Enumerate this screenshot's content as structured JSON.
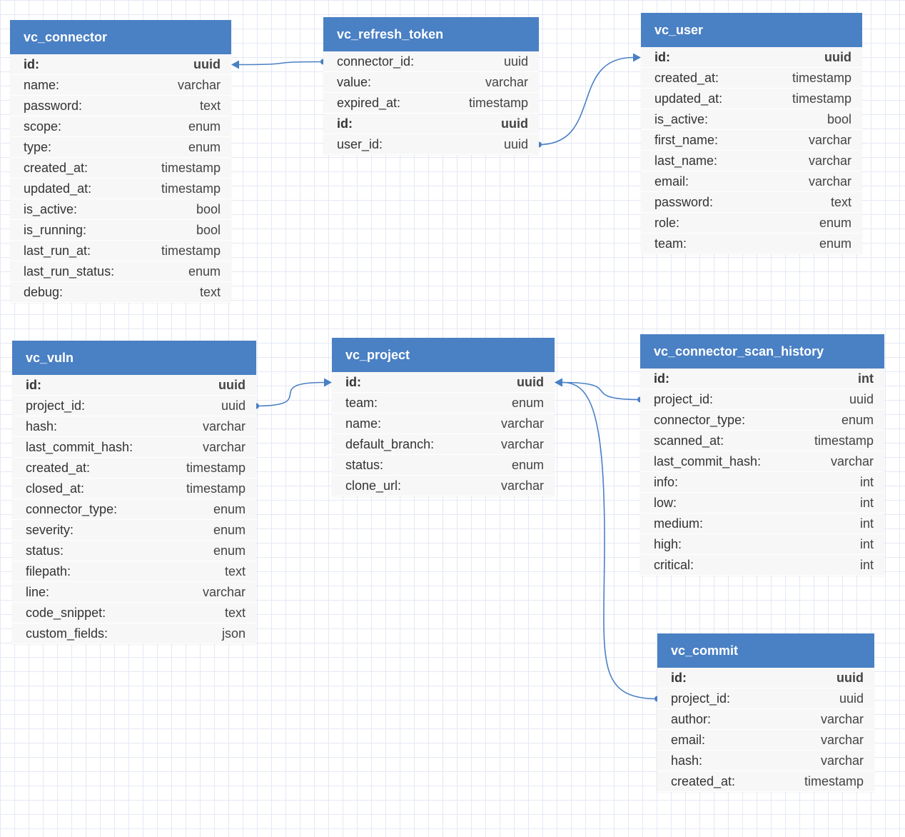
{
  "diagram": {
    "colors": {
      "header_bg": "#4a80c4",
      "body_bg": "#f7f7f7",
      "edge": "#4a80c4",
      "grid": "#e6e9f5"
    },
    "entities": [
      {
        "id": "vc_connector",
        "title": "vc_connector",
        "fields": [
          {
            "name": "id:",
            "type": "uuid",
            "pk": true
          },
          {
            "name": "name:",
            "type": "varchar"
          },
          {
            "name": "password:",
            "type": "text"
          },
          {
            "name": "scope:",
            "type": "enum"
          },
          {
            "name": "type:",
            "type": "enum"
          },
          {
            "name": "created_at:",
            "type": "timestamp"
          },
          {
            "name": "updated_at:",
            "type": "timestamp"
          },
          {
            "name": "is_active:",
            "type": "bool"
          },
          {
            "name": "is_running:",
            "type": "bool"
          },
          {
            "name": "last_run_at:",
            "type": "timestamp"
          },
          {
            "name": "last_run_status:",
            "type": "enum"
          },
          {
            "name": "debug:",
            "type": "text"
          }
        ]
      },
      {
        "id": "vc_refresh_token",
        "title": "vc_refresh_token",
        "fields": [
          {
            "name": "connector_id:",
            "type": "uuid"
          },
          {
            "name": "value:",
            "type": "varchar"
          },
          {
            "name": "expired_at:",
            "type": "timestamp"
          },
          {
            "name": "id:",
            "type": "uuid",
            "pk": true
          },
          {
            "name": "user_id:",
            "type": "uuid"
          }
        ]
      },
      {
        "id": "vc_user",
        "title": "vc_user",
        "fields": [
          {
            "name": "id:",
            "type": "uuid",
            "pk": true
          },
          {
            "name": "created_at:",
            "type": "timestamp"
          },
          {
            "name": "updated_at:",
            "type": "timestamp"
          },
          {
            "name": "is_active:",
            "type": "bool"
          },
          {
            "name": "first_name:",
            "type": "varchar"
          },
          {
            "name": "last_name:",
            "type": "varchar"
          },
          {
            "name": "email:",
            "type": "varchar"
          },
          {
            "name": "password:",
            "type": "text"
          },
          {
            "name": "role:",
            "type": "enum"
          },
          {
            "name": "team:",
            "type": "enum"
          }
        ]
      },
      {
        "id": "vc_vuln",
        "title": "vc_vuln",
        "fields": [
          {
            "name": "id:",
            "type": "uuid",
            "pk": true
          },
          {
            "name": "project_id:",
            "type": "uuid"
          },
          {
            "name": "hash:",
            "type": "varchar"
          },
          {
            "name": "last_commit_hash:",
            "type": "varchar"
          },
          {
            "name": "created_at:",
            "type": "timestamp"
          },
          {
            "name": "closed_at:",
            "type": "timestamp"
          },
          {
            "name": "connector_type:",
            "type": "enum"
          },
          {
            "name": "severity:",
            "type": "enum"
          },
          {
            "name": "status:",
            "type": "enum"
          },
          {
            "name": "filepath:",
            "type": "text"
          },
          {
            "name": "line:",
            "type": "varchar"
          },
          {
            "name": "code_snippet:",
            "type": "text"
          },
          {
            "name": "custom_fields:",
            "type": "json"
          }
        ]
      },
      {
        "id": "vc_project",
        "title": "vc_project",
        "fields": [
          {
            "name": "id:",
            "type": "uuid",
            "pk": true
          },
          {
            "name": "team:",
            "type": "enum"
          },
          {
            "name": "name:",
            "type": "varchar"
          },
          {
            "name": "default_branch:",
            "type": "varchar"
          },
          {
            "name": "status:",
            "type": "enum"
          },
          {
            "name": "clone_url:",
            "type": "varchar"
          }
        ]
      },
      {
        "id": "vc_connector_scan_history",
        "title": "vc_connector_scan_history",
        "fields": [
          {
            "name": "id:",
            "type": "int",
            "pk": true
          },
          {
            "name": "project_id:",
            "type": "uuid"
          },
          {
            "name": "connector_type:",
            "type": "enum"
          },
          {
            "name": "scanned_at:",
            "type": "timestamp"
          },
          {
            "name": "last_commit_hash:",
            "type": "varchar"
          },
          {
            "name": "info:",
            "type": "int"
          },
          {
            "name": "low:",
            "type": "int"
          },
          {
            "name": "medium:",
            "type": "int"
          },
          {
            "name": "high:",
            "type": "int"
          },
          {
            "name": "critical:",
            "type": "int"
          }
        ]
      },
      {
        "id": "vc_commit",
        "title": "vc_commit",
        "fields": [
          {
            "name": "id:",
            "type": "uuid",
            "pk": true
          },
          {
            "name": "project_id:",
            "type": "uuid"
          },
          {
            "name": "author:",
            "type": "varchar"
          },
          {
            "name": "email:",
            "type": "varchar"
          },
          {
            "name": "hash:",
            "type": "varchar"
          },
          {
            "name": "created_at:",
            "type": "timestamp"
          }
        ]
      }
    ],
    "relationships": [
      {
        "from": "vc_refresh_token.connector_id",
        "to": "vc_connector.id"
      },
      {
        "from": "vc_refresh_token.user_id",
        "to": "vc_user.id"
      },
      {
        "from": "vc_vuln.project_id",
        "to": "vc_project.id"
      },
      {
        "from": "vc_connector_scan_history.project_id",
        "to": "vc_project.id"
      },
      {
        "from": "vc_commit.project_id",
        "to": "vc_project.id"
      }
    ]
  }
}
